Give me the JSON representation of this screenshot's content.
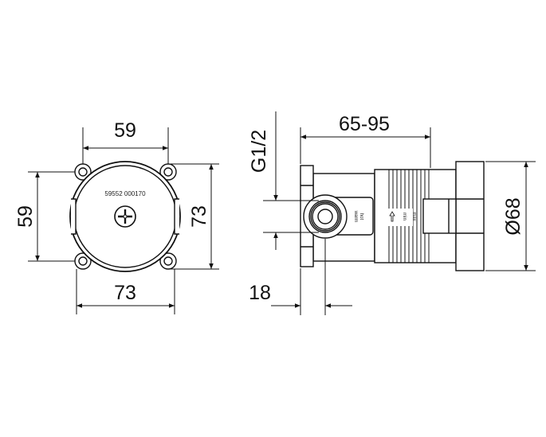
{
  "front_view": {
    "dim_top": "59",
    "dim_left": "59",
    "dim_right": "73",
    "dim_bottom": "73",
    "part_number": "59552 000170"
  },
  "side_view": {
    "thread_label": "G1/2",
    "depth_range": "65-95",
    "diameter": "Ø68",
    "offset": "18",
    "label_warm": "warm",
    "label_hot": "hot",
    "label_min": "min",
    "label_max": "max"
  },
  "colors": {
    "line": "#111111",
    "background": "#ffffff"
  }
}
